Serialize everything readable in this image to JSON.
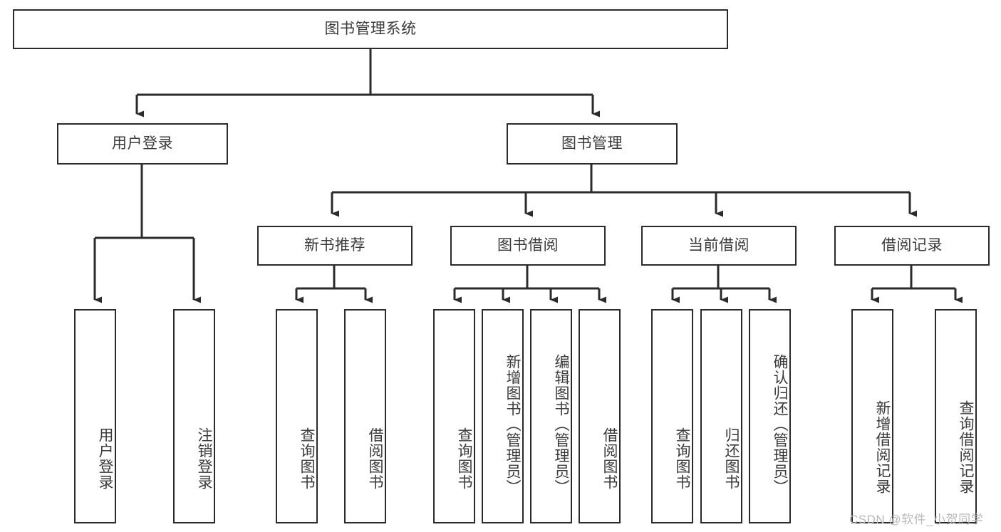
{
  "diagram": {
    "title": "图书管理系统",
    "type": "tree-hierarchy-chart",
    "root": {
      "id": "root",
      "label": "图书管理系统"
    },
    "level1": [
      {
        "id": "user-login",
        "label": "用户登录"
      },
      {
        "id": "book-manage",
        "label": "图书管理"
      }
    ],
    "level2": [
      {
        "id": "new-book-rec",
        "label": "新书推荐",
        "parent": "book-manage"
      },
      {
        "id": "book-borrow",
        "label": "图书借阅",
        "parent": "book-manage"
      },
      {
        "id": "current-borrow",
        "label": "当前借阅",
        "parent": "book-manage"
      },
      {
        "id": "borrow-record",
        "label": "借阅记录",
        "parent": "book-manage"
      }
    ],
    "leaves": {
      "user_login": [
        {
          "id": "leaf-user-login",
          "label": "用户登录"
        },
        {
          "id": "leaf-user-logout",
          "label": "注销登录"
        }
      ],
      "new_book_rec": [
        {
          "id": "leaf-query-book-1",
          "label": "查询图书"
        },
        {
          "id": "leaf-borrow-book-1",
          "label": "借阅图书"
        }
      ],
      "book_borrow": [
        {
          "id": "leaf-query-book-2",
          "label": "查询图书"
        },
        {
          "id": "leaf-add-book",
          "label": "新增图书（管理员）"
        },
        {
          "id": "leaf-edit-book",
          "label": "编辑图书（管理员）"
        },
        {
          "id": "leaf-borrow-book-2",
          "label": "借阅图书"
        }
      ],
      "current_borrow": [
        {
          "id": "leaf-query-book-3",
          "label": "查询图书"
        },
        {
          "id": "leaf-return-book",
          "label": "归还图书"
        },
        {
          "id": "leaf-confirm-return",
          "label": "确认归还（管理员）"
        }
      ],
      "borrow_record": [
        {
          "id": "leaf-add-record",
          "label": "新增借阅记录"
        },
        {
          "id": "leaf-query-record",
          "label": "查询借阅记录"
        }
      ]
    }
  },
  "watermark": {
    "text": "CSDN @软件_小贺同学"
  },
  "colors": {
    "border": "#2b2b2b",
    "text": "#3a3a3a",
    "background": "#ffffff",
    "edge": "#2b2b2b",
    "watermark": "#b9b9b9"
  }
}
